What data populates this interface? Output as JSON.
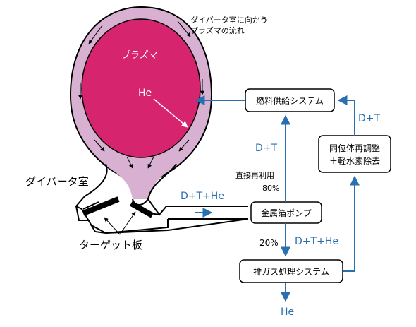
{
  "labels": {
    "plasma_flow": [
      "ダイバータ室に向かう",
      "プラズマの流れ"
    ],
    "plasma": "プラズマ",
    "he_in_plasma": "He",
    "divertor_chamber": "ダイバータ室",
    "target_plate": "ターゲット板",
    "flow_to_pump": "D+T+He",
    "recycle_ratio": [
      "直接再利用",
      "80%"
    ],
    "dt_recycle": "D+T",
    "exhaust_ratio": "20%",
    "flow_to_exhaust": "D+T+He",
    "dt_from_isotope": "D+T",
    "he_out": "He"
  },
  "boxes": {
    "fuel_supply": "燃料供給システム",
    "metal_foil_pump": "金属箔ポンプ",
    "exhaust_processing": "排ガス処理システム",
    "isotope_separation": [
      "同位体再調整",
      "＋軽水素除去"
    ]
  },
  "colors": {
    "plasma_core": "#d6246e",
    "plasma_edge": "#d8b0d2",
    "arrow": "#2a6fb0",
    "outline": "#000000"
  }
}
